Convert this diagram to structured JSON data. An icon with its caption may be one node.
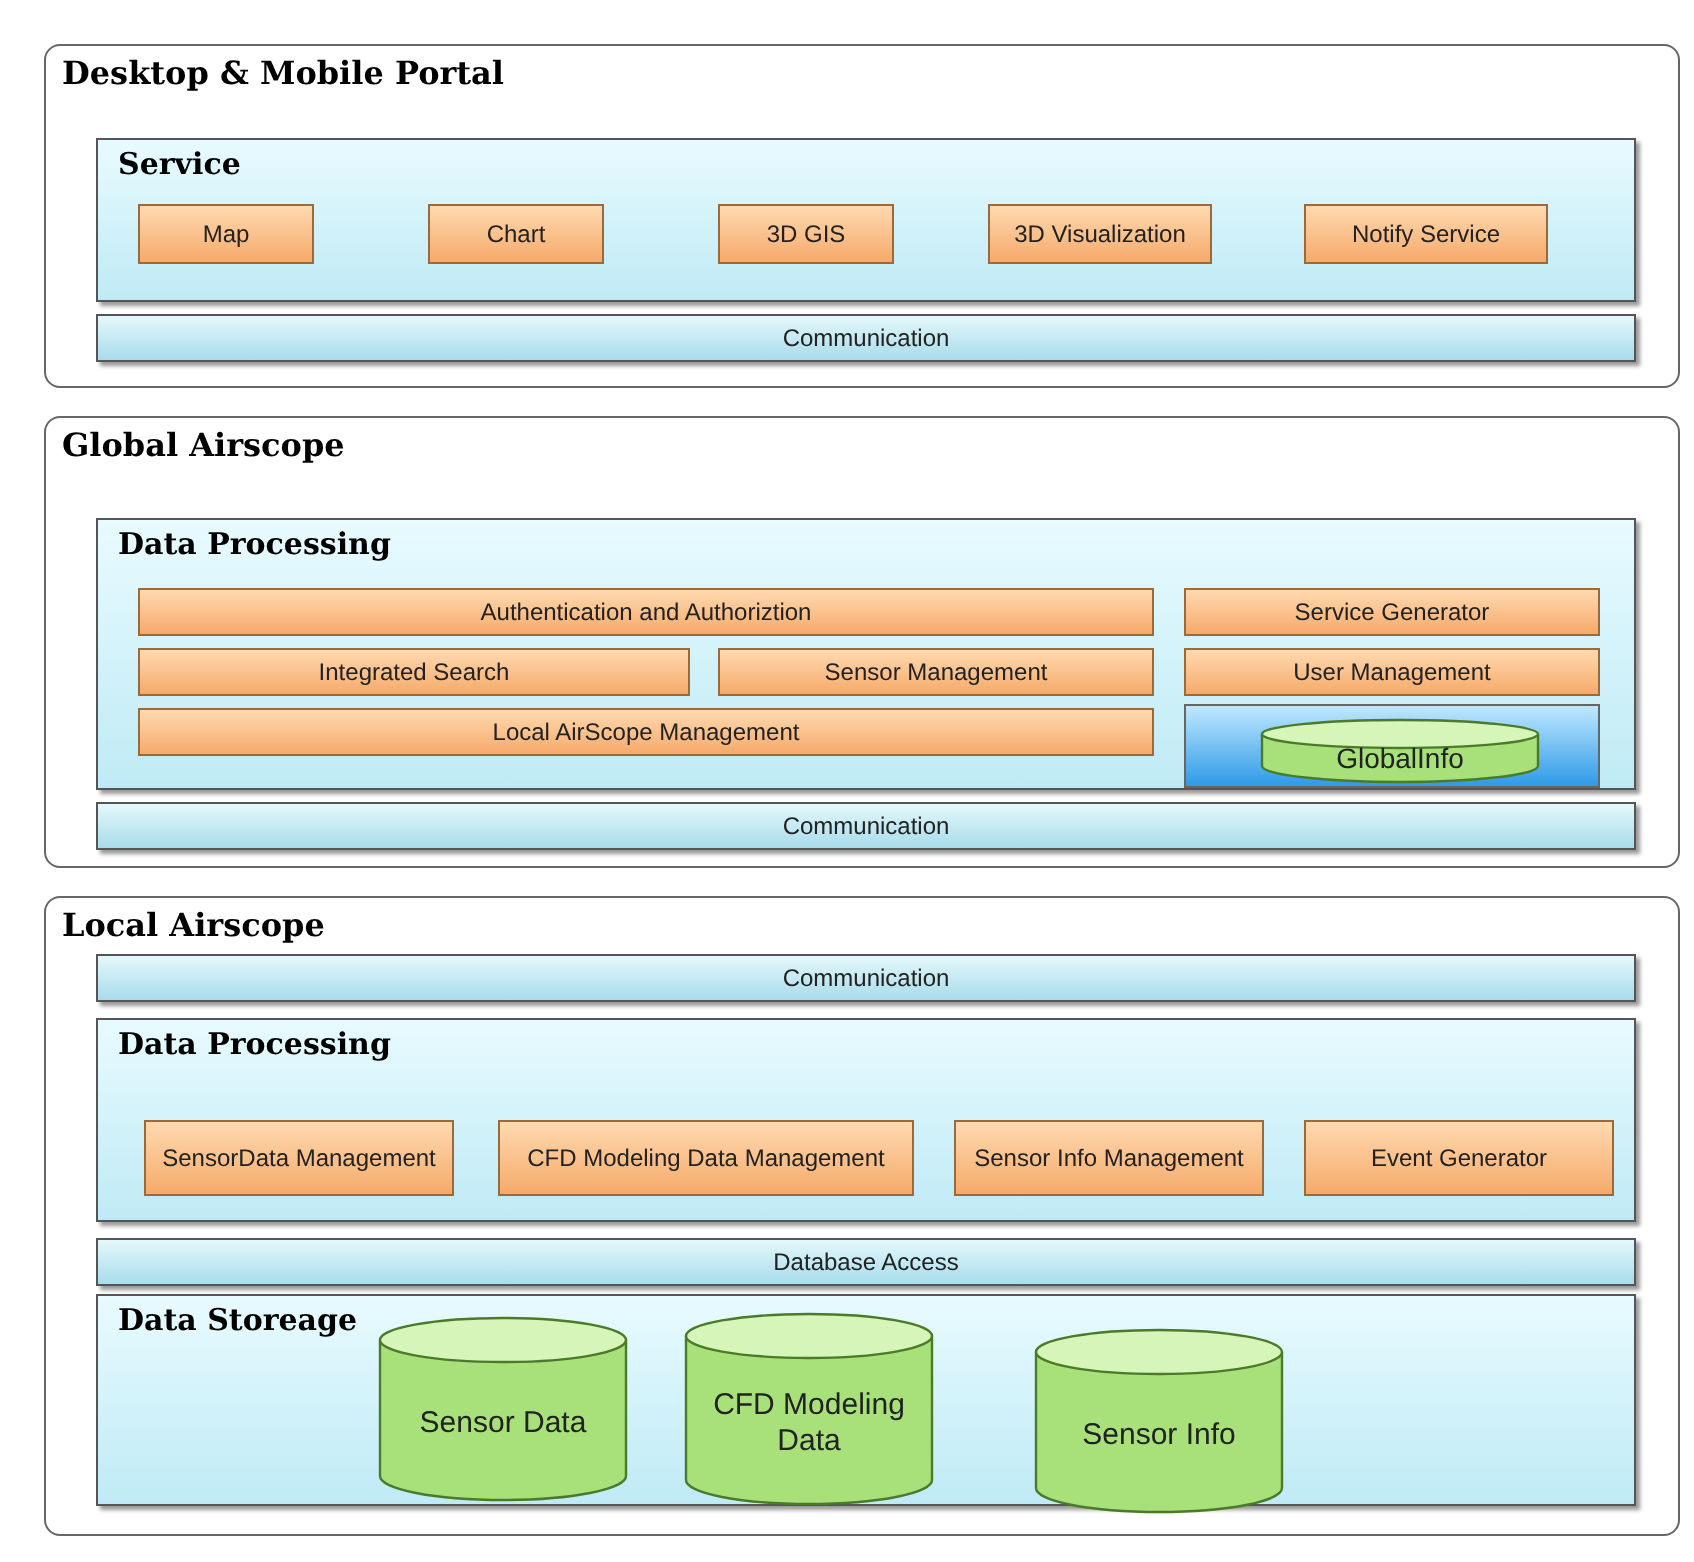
{
  "diagram": {
    "nodes": [
      {
        "text": [
          "Desktop & Mobile Portal"
        ]
      },
      {
        "text": [
          "Service"
        ],
        "in": 0
      },
      {
        "text": [
          "Map"
        ],
        "in": 1
      },
      {
        "text": [
          "Chart"
        ],
        "in": 1
      },
      {
        "text": [
          "3D GIS"
        ],
        "in": 1
      },
      {
        "text": [
          "3D Visualization"
        ],
        "in": 1
      },
      {
        "text": [
          "Notify Service"
        ],
        "in": 1
      },
      {
        "text": [
          "Communication"
        ],
        "in": 0
      },
      {
        "text": [
          "Global Airscope"
        ]
      },
      {
        "text": [
          "Data Processing"
        ],
        "in": 8
      },
      {
        "text": [
          "Authentication and Authoriztion"
        ],
        "in": 9
      },
      {
        "text": [
          "Service Generator"
        ],
        "in": 9
      },
      {
        "text": [
          "Integrated Search"
        ],
        "in": 9
      },
      {
        "text": [
          "Sensor Management"
        ],
        "in": 9
      },
      {
        "text": [
          "User Management"
        ],
        "in": 9
      },
      {
        "text": [
          "Local AirScope Management"
        ],
        "in": 9
      },
      {
        "text": [],
        "shape": "box",
        "in": 9
      },
      {
        "text": [
          "GlobalInfo"
        ],
        "in": 16
      },
      {
        "text": [
          "Communication"
        ],
        "in": 8
      },
      {
        "text": [
          "Local Airscope"
        ]
      },
      {
        "text": [
          "Communication"
        ],
        "in": 19
      },
      {
        "text": [
          "Data Processing"
        ],
        "in": 19
      },
      {
        "text": [
          "SensorData Management"
        ],
        "in": 21
      },
      {
        "text": [
          "CFD Modeling Data Management"
        ],
        "in": 21
      },
      {
        "text": [
          "Sensor Info Management"
        ],
        "in": 21
      },
      {
        "text": [
          "Event Generator"
        ],
        "in": 21
      },
      {
        "text": [
          "Database Access"
        ],
        "in": 19
      },
      {
        "text": [
          "Data Storeage"
        ],
        "in": 19
      },
      {
        "text": [
          "Sensor Data"
        ],
        "in": 27
      },
      {
        "text": [
          "CFD Modeling Data"
        ],
        "in": 27
      },
      {
        "text": [
          "Sensor Info"
        ],
        "in": 27
      }
    ]
  }
}
